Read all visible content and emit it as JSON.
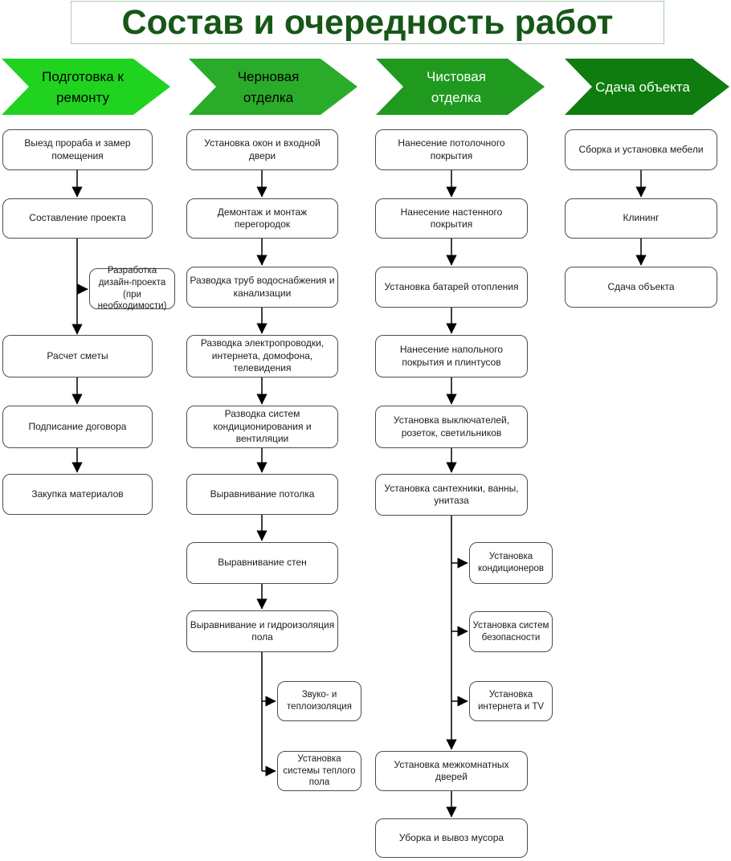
{
  "title": "Состав и очередность работ",
  "title_color": "#175717",
  "columns": [
    {
      "header": {
        "label": "Подготовка к ремонту",
        "fill": "#1fd31f",
        "text_color": "#000000"
      },
      "steps": [
        "Выезд прораба и замер помещения",
        "Составление проекта",
        "Расчет сметы",
        "Подписание договора",
        "Закупка материалов"
      ],
      "side_steps": [
        "Разработка дизайн-проекта (при необходимости)"
      ]
    },
    {
      "header": {
        "label": "Черновая отделка",
        "fill": "#2aab2a",
        "text_color": "#000000"
      },
      "steps": [
        "Установка окон и входной двери",
        "Демонтаж и монтаж перегородок",
        "Разводка труб водоснабжения и канализации",
        "Разводка электропроводки, интернета, домофона, телевидения",
        "Разводка систем кондиционирования и вентиляции",
        "Выравнивание потолка",
        "Выравнивание стен",
        "Выравнивание и гидроизоляция пола"
      ],
      "side_steps": [
        "Звуко- и теплоизоляция",
        "Установка системы теплого пола"
      ]
    },
    {
      "header": {
        "label": "Чистовая отделка",
        "fill": "#1f9a1f",
        "text_color": "#ffffff"
      },
      "steps": [
        "Нанесение потолочного покрытия",
        "Нанесение настенного покрытия",
        "Установка батарей отопления",
        "Нанесение напольного покрытия и плинтусов",
        "Установка выключателей, розеток, светильников",
        "Установка сантехники, ванны, унитаза",
        "Установка межкомнатных дверей",
        "Уборка и вывоз мусора"
      ],
      "side_steps": [
        "Установка кондиционеров",
        "Установка систем безопасности",
        "Установка интернета и TV"
      ]
    },
    {
      "header": {
        "label": "Сдача объекта",
        "fill": "#0e7c0e",
        "text_color": "#ffffff"
      },
      "steps": [
        "Сборка и установка мебели",
        "Клининг",
        "Сдача объекта"
      ],
      "side_steps": []
    }
  ]
}
